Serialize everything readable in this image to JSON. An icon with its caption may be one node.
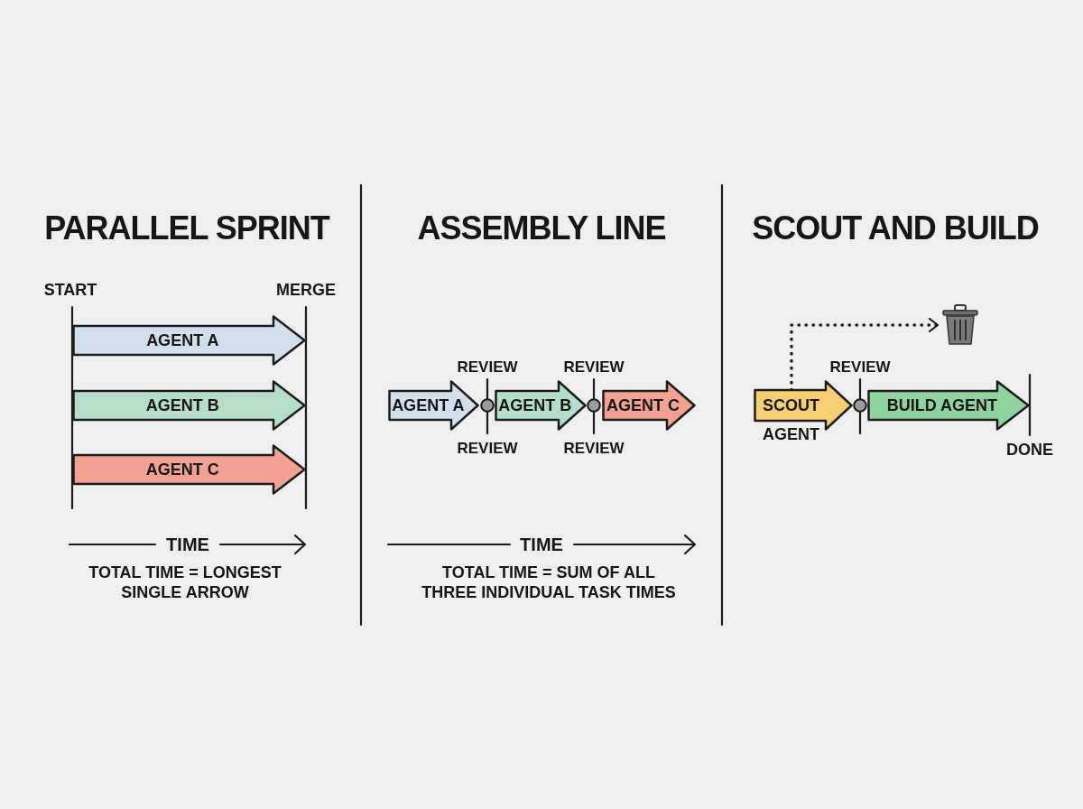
{
  "diagram": {
    "nodes": [
      {
        "text": [
          "AGENT A"
        ]
      },
      {
        "text": [
          "AGENT B"
        ]
      },
      {
        "text": [
          "AGENT C"
        ]
      },
      {
        "text": [
          "AGENT A"
        ]
      },
      {
        "text": [],
        "shape": "circle"
      },
      {
        "text": [
          "AGENT B"
        ]
      },
      {
        "text": [],
        "shape": "circle"
      },
      {
        "text": [
          "AGENT C"
        ]
      },
      {
        "text": [],
        "shape": "picture"
      },
      {
        "text": [
          "SCOUT AGENT"
        ]
      },
      {
        "text": [],
        "shape": "circle"
      },
      {
        "text": [
          "BUILD AGENT"
        ]
      }
    ],
    "edges": [
      {
        "from": 9,
        "to": 8,
        "arrow": "to",
        "style": "dashed"
      }
    ],
    "labels": [
      "PARALLEL SPRINT",
      "START",
      "MERGE",
      "TIME",
      "TOTAL TIME = LONGEST SINGLE ARROW",
      "ASSEMBLY LINE",
      "REVIEW",
      "REVIEW",
      "REVIEW",
      "REVIEW",
      "TIME",
      "TOTAL TIME = SUM OF ALL THREE INDIVIDUAL TASK TIMES",
      "SCOUT AND BUILD",
      "REVIEW",
      "DONE"
    ]
  }
}
